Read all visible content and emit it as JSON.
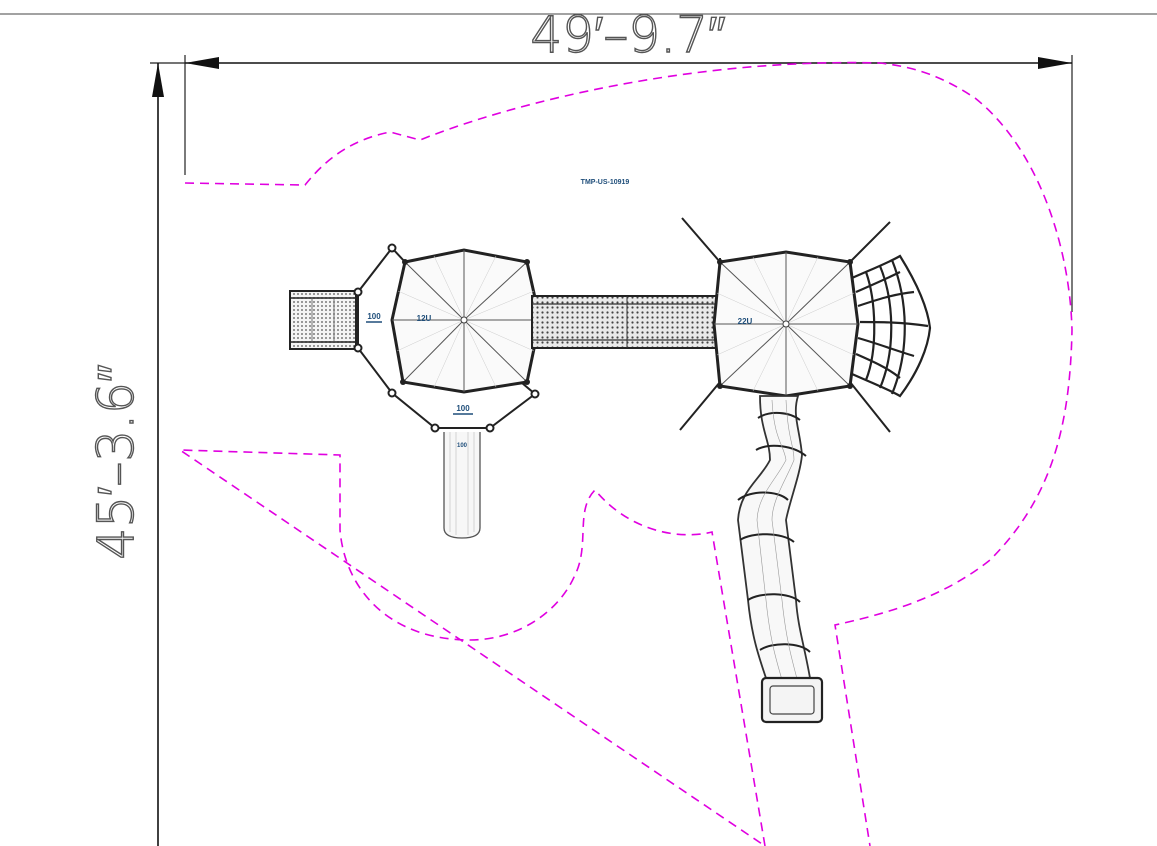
{
  "dimensions": {
    "width_label": "49′–9.7″",
    "height_label": "45′–3.6″"
  },
  "model_label": "TMP-US-10919",
  "deck_labels": {
    "left_roof": "12U",
    "right_roof": "22U",
    "left_step": "100",
    "bottom_step": "100",
    "slide_tag": "100"
  },
  "colors": {
    "safety_zone": "#e000e0",
    "dimension_line": "#1a1a1a",
    "label_blue": "#1f4e7a",
    "equipment": "#222222"
  }
}
